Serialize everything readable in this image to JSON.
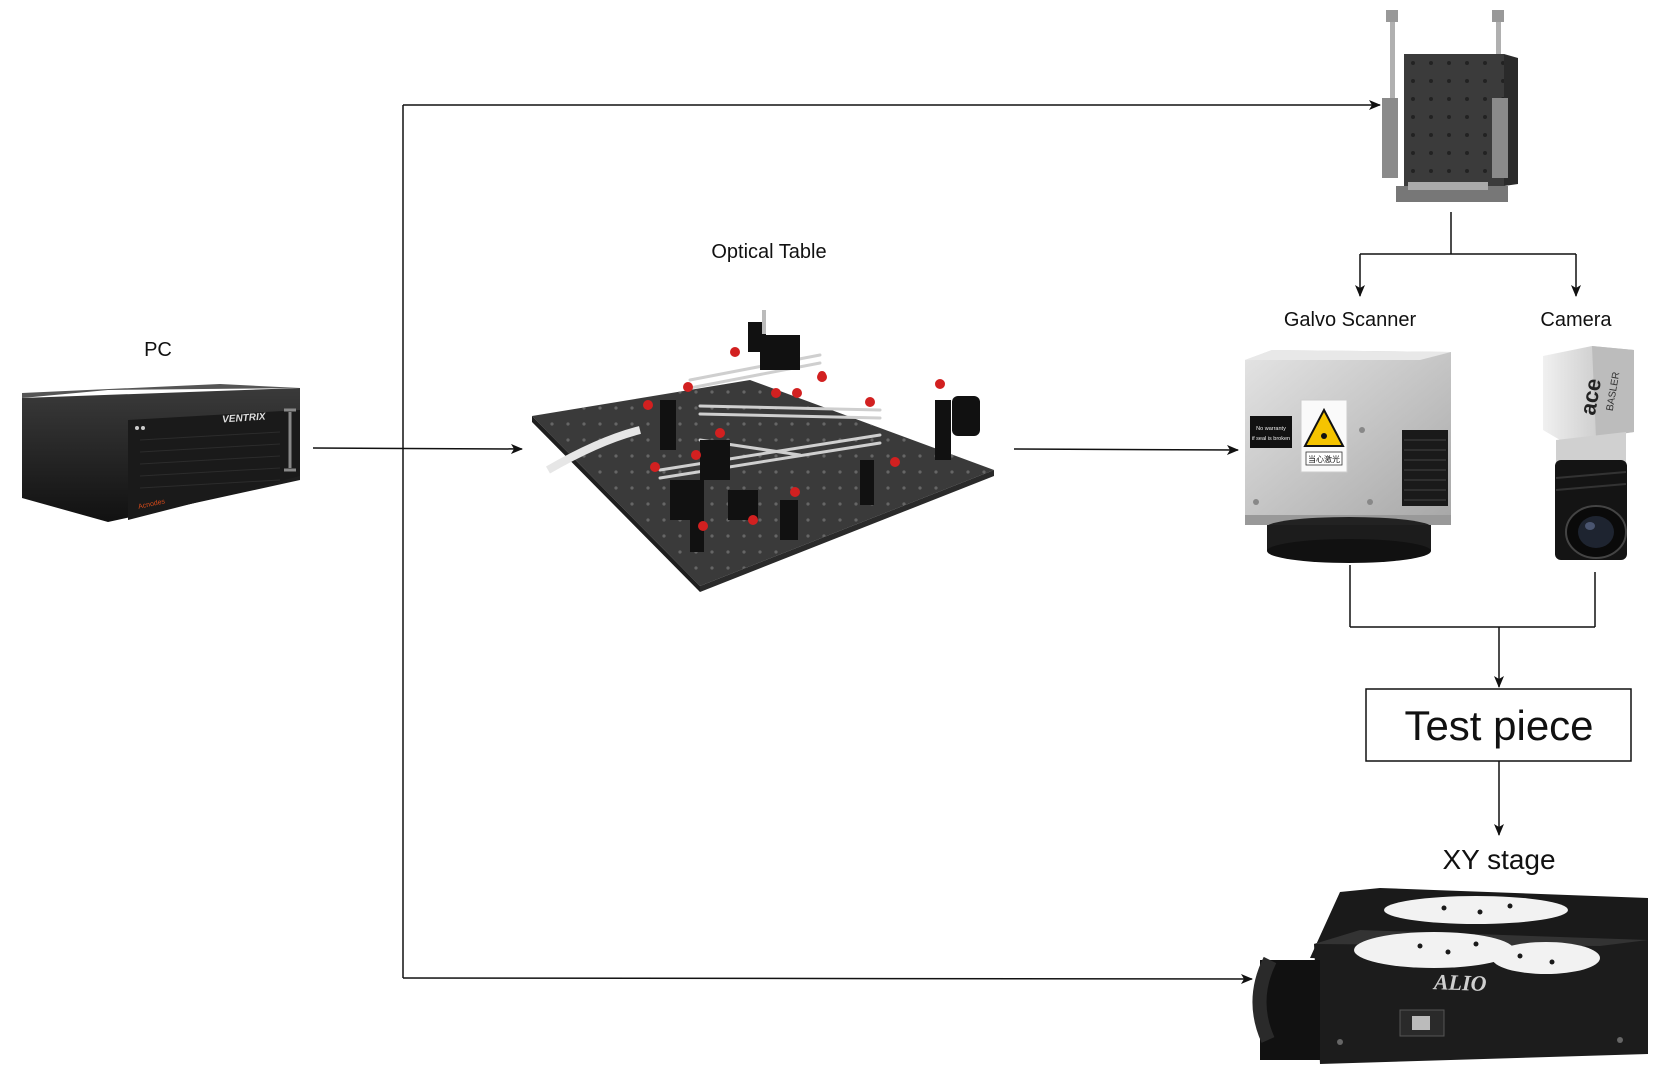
{
  "labels": {
    "pc": "PC",
    "optical_table": "Optical Table",
    "galvo_scanner": "Galvo Scanner",
    "camera": "Camera",
    "test_piece": "Test piece",
    "xy_stage": "XY stage"
  },
  "device_markings": {
    "pc_brand": "VENTRIX",
    "pc_maker": "Acnodes",
    "galvo_sticker_1": "No warranty",
    "galvo_sticker_2": "if seal is broken",
    "galvo_laser_label": "当心激光",
    "camera_brand": "ace",
    "camera_maker": "BASLER",
    "stage_brand": "ALIO"
  },
  "colors": {
    "line": "#111111",
    "device_dark": "#1c1c1c",
    "galvo_silver": "#c8c8c8",
    "warning_yellow": "#f5c400",
    "table_marker_red": "#d22020"
  }
}
